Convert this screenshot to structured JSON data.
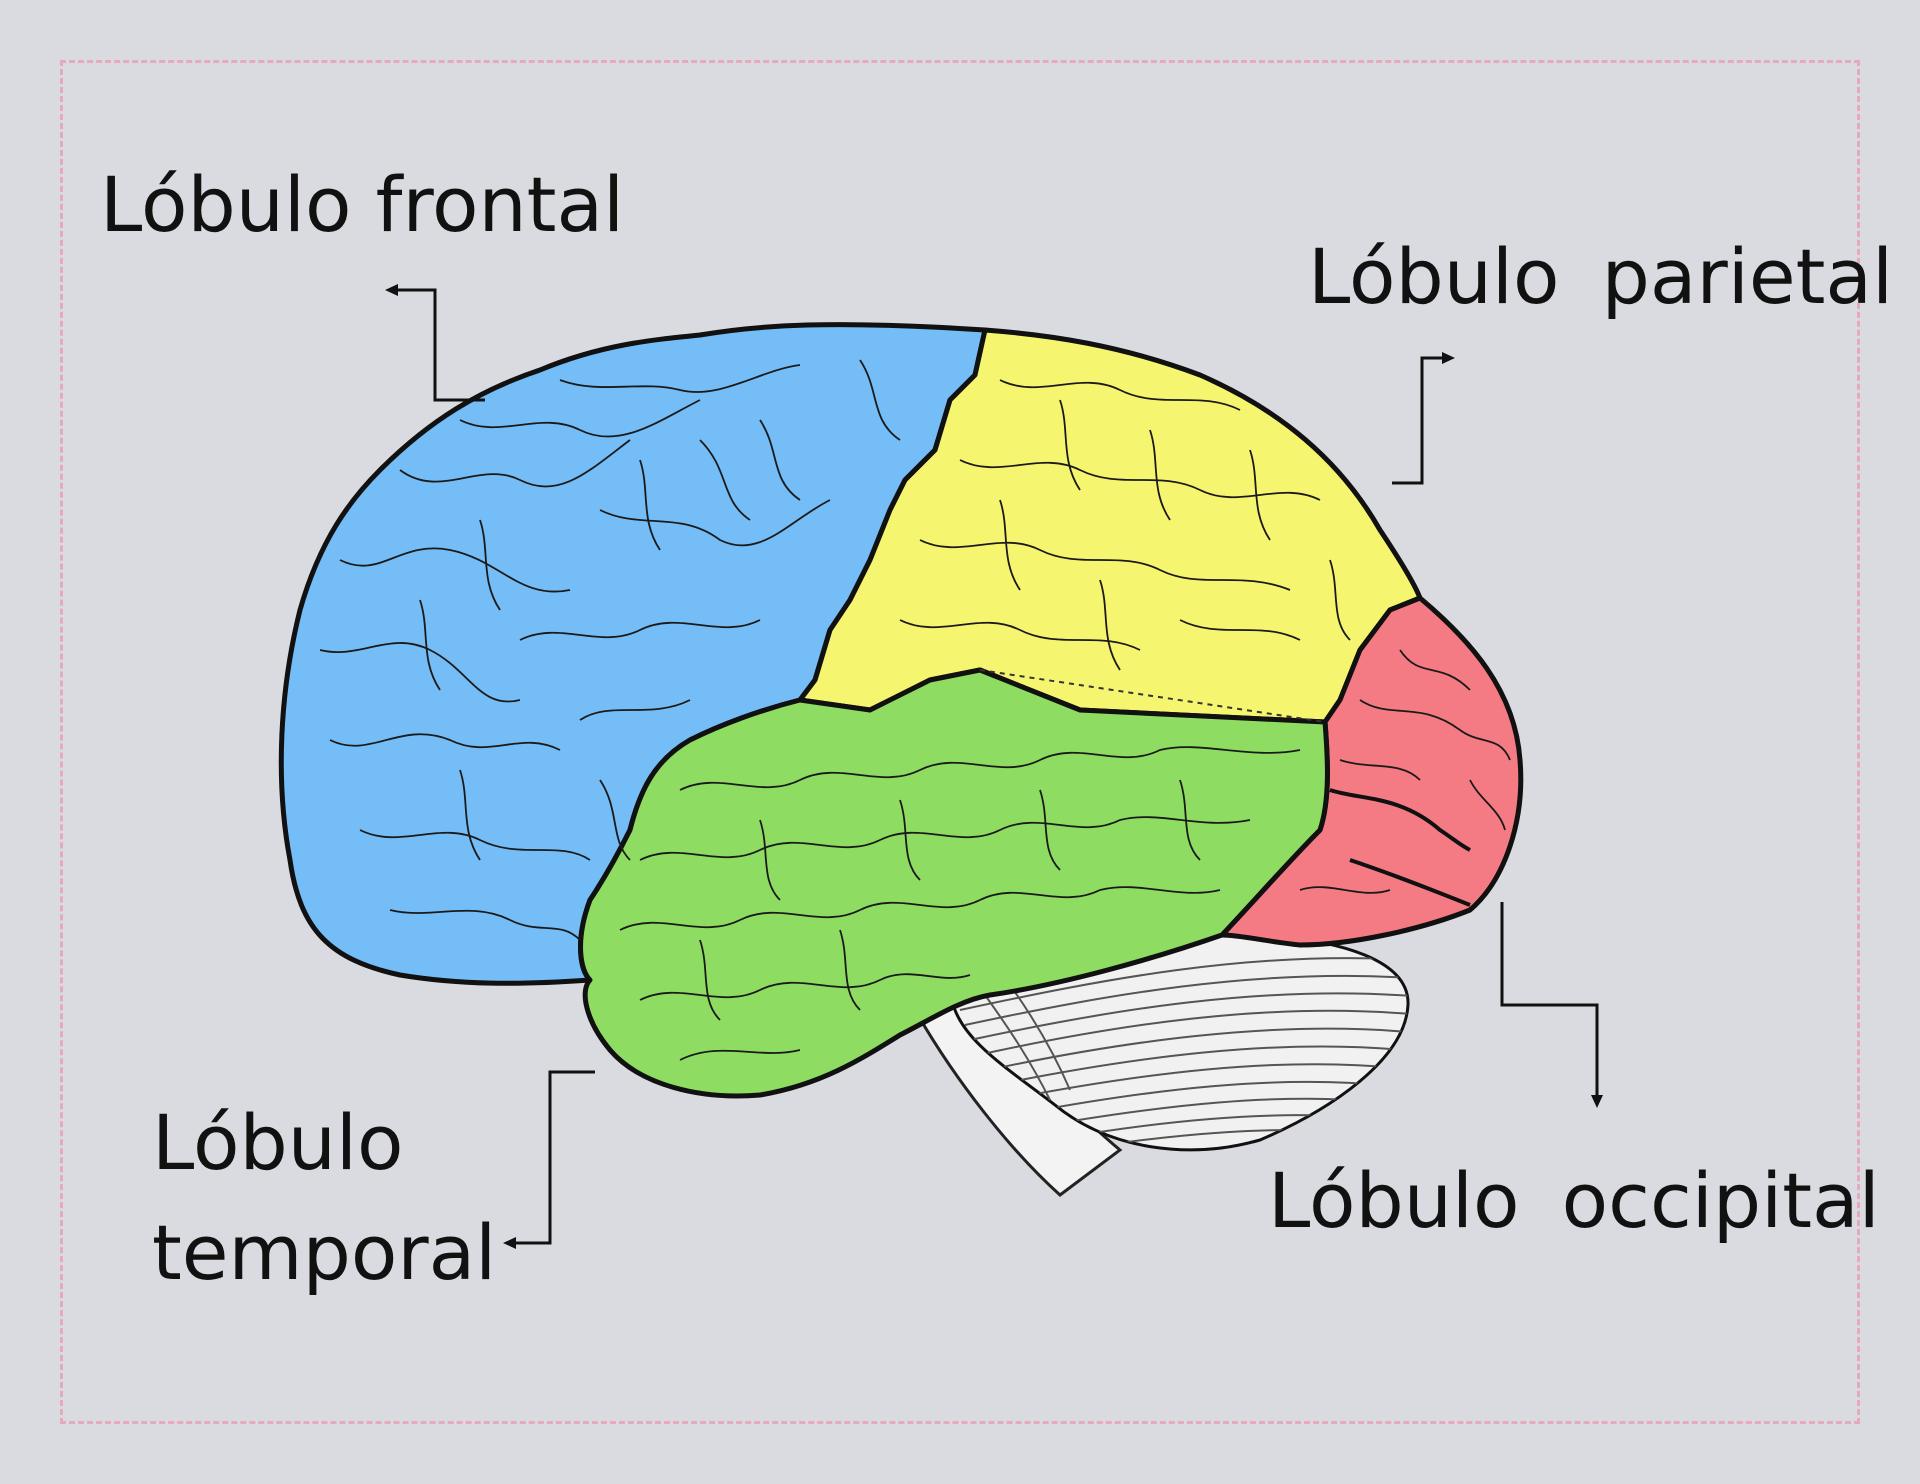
{
  "labels": {
    "frontal": "Lóbulo frontal",
    "parietal": "Lóbulo  parietal",
    "temporal_line1": "Lóbulo",
    "temporal_line2": "temporal",
    "occipital": "Lóbulo  occipital"
  },
  "colors": {
    "background": "#d9dbe0",
    "border": "#e7a9bd",
    "frontal": "#74bdf7",
    "parietal": "#f6f56f",
    "temporal": "#8fdc62",
    "occipital": "#f47b83",
    "cerebellum": "#f1f1f1",
    "outline": "#111111"
  }
}
